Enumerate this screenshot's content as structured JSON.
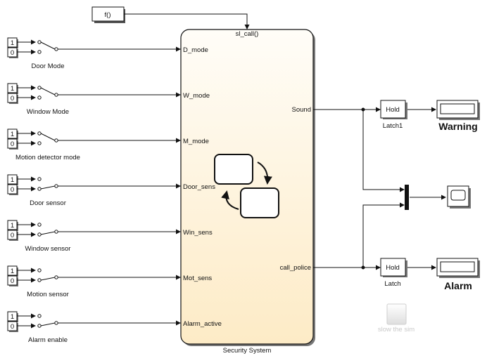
{
  "function_block": {
    "label": "f()"
  },
  "chart": {
    "name": "Security System",
    "trigger_label": "sl_call()",
    "inputs": [
      "D_mode",
      "W_mode",
      "M_mode",
      "Door_sens",
      "Win_sens",
      "Mot_sens",
      "Alarm_active"
    ],
    "outputs": [
      "Sound",
      "call_police"
    ]
  },
  "switches": [
    {
      "label": "Door Mode",
      "up_value": "1",
      "down_value": "0"
    },
    {
      "label": "Window Mode",
      "up_value": "1",
      "down_value": "0"
    },
    {
      "label": "Motion detector mode",
      "up_value": "1",
      "down_value": "0"
    },
    {
      "label": "Door sensor",
      "up_value": "1",
      "down_value": "0"
    },
    {
      "label": "Window sensor",
      "up_value": "1",
      "down_value": "0"
    },
    {
      "label": "Motion sensor",
      "up_value": "1",
      "down_value": "0"
    },
    {
      "label": "Alarm enable",
      "up_value": "1",
      "down_value": "0"
    }
  ],
  "hold_blocks": [
    {
      "text": "Hold",
      "name": "Latch1"
    },
    {
      "text": "Hold",
      "name": "Latch"
    }
  ],
  "displays": [
    {
      "name": "Warning"
    },
    {
      "name": "Alarm"
    }
  ],
  "slow_button": {
    "label": "slow the sim"
  }
}
